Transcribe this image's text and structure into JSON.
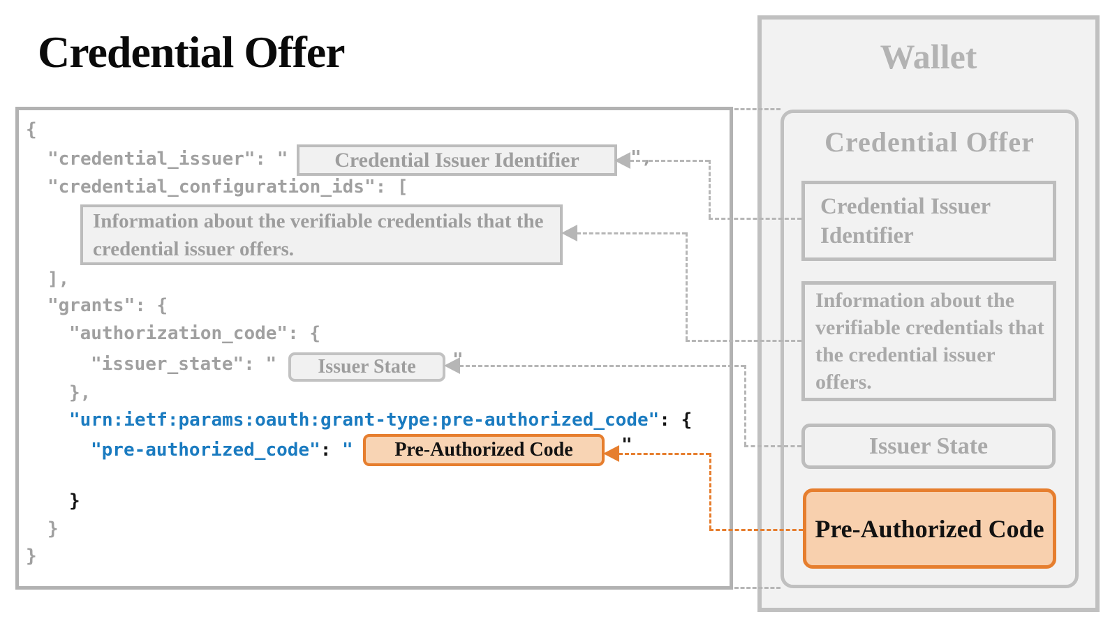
{
  "page_title": "Credential Offer",
  "code": {
    "l1": "{",
    "l2a": "\"credential_issuer\": \"",
    "l2b": "\",",
    "l3": "\"credential_configuration_ids\": [",
    "l4": "],",
    "l5": "\"grants\": {",
    "l6": "\"authorization_code\": {",
    "l7a": "\"issuer_state\": \"",
    "l7b": "\"",
    "l8": "},",
    "l9a": "\"urn:ietf:params:oauth:grant-type:pre-authorized_code\"",
    "l9b": ": {",
    "l10a": "\"pre-authorized_code\"",
    "l10b": ":",
    "l10c": " \"",
    "l10d": "\"",
    "l11": "}",
    "l12": "}",
    "l13": "}"
  },
  "annotations": {
    "credential_issuer_identifier": "Credential Issuer Identifier",
    "credential_info": "Information about the verifiable credentials that the credential issuer offers.",
    "issuer_state": "Issuer State",
    "pre_authorized_code": "Pre-Authorized Code"
  },
  "wallet": {
    "title": "Wallet",
    "offer_title": "Credential Offer",
    "items": {
      "credential_issuer_identifier": "Credential Issuer Identifier",
      "credential_info": "Information about the verifiable credentials that the credential issuer offers.",
      "issuer_state": "Issuer State",
      "pre_authorized_code": "Pre-Authorized Code"
    }
  },
  "colors": {
    "code_gray": "#a0a0a0",
    "code_blue": "#1a7bc0",
    "code_black": "#141414",
    "box_gray_border": "#bcbcbc",
    "box_gray_fill": "#f1f1f1",
    "wallet_fill": "#f2f2f2",
    "orange_border": "#e67e2e",
    "orange_fill": "#f8d4b4",
    "connector_gray": "#b6b6b6"
  }
}
